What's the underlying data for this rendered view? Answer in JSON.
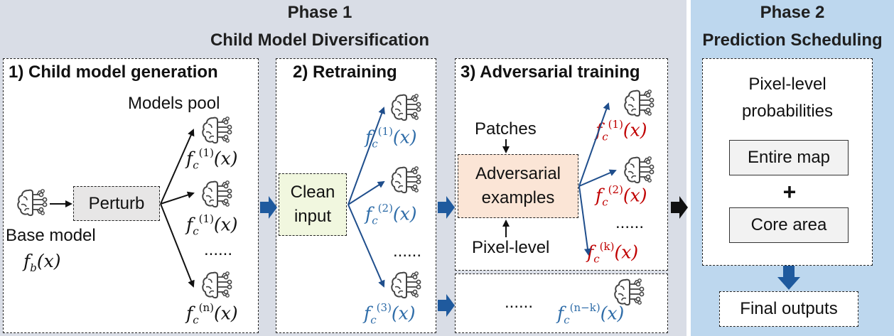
{
  "phase1": {
    "title": "Phase 1",
    "subtitle": "Child Model Diversification"
  },
  "phase2": {
    "title": "Phase 2",
    "subtitle": "Prediction Scheduling"
  },
  "panel1": {
    "title": "1) Child model generation",
    "models_pool": "Models pool",
    "base_model": "Base model",
    "base_fn": "f_b(x)",
    "perturb": "Perturb",
    "child1_sup": "(1)",
    "child2_sup": "(1)",
    "child_last_sup": "(n)",
    "ellipsis": "......"
  },
  "panel2": {
    "title": "2) Retraining",
    "clean_input": "Clean input",
    "child_sups": [
      "(1)",
      "(2)",
      "(3)"
    ],
    "ellipsis": "......"
  },
  "panel3": {
    "title": "3) Adversarial training",
    "patches": "Patches",
    "adv_examples": "Adversarial examples",
    "pixel_level": "Pixel-level",
    "child_sups": [
      "(1)",
      "(2)",
      "(k)"
    ],
    "ellipsis": "......"
  },
  "panel4": {
    "ellipsis": "......",
    "child_sup": "(n−k)"
  },
  "phase2_panel": {
    "probabilities": "Pixel-level probabilities",
    "entire_map": "Entire map",
    "plus": "+",
    "core_area": "Core area",
    "final_outputs": "Final outputs"
  },
  "colors": {
    "phase1_bg": "#d9dde6",
    "phase2_bg": "#bdd7ee",
    "blue_arrow": "#1f5a9e",
    "child_blue": "#2e6ca8",
    "child_red": "#c00000",
    "perturb_fill": "#e7e6e6",
    "clean_fill": "#f1f7df",
    "adv_fill": "#fbe5d6"
  },
  "icons": {
    "model": "brain-circuit-icon"
  }
}
